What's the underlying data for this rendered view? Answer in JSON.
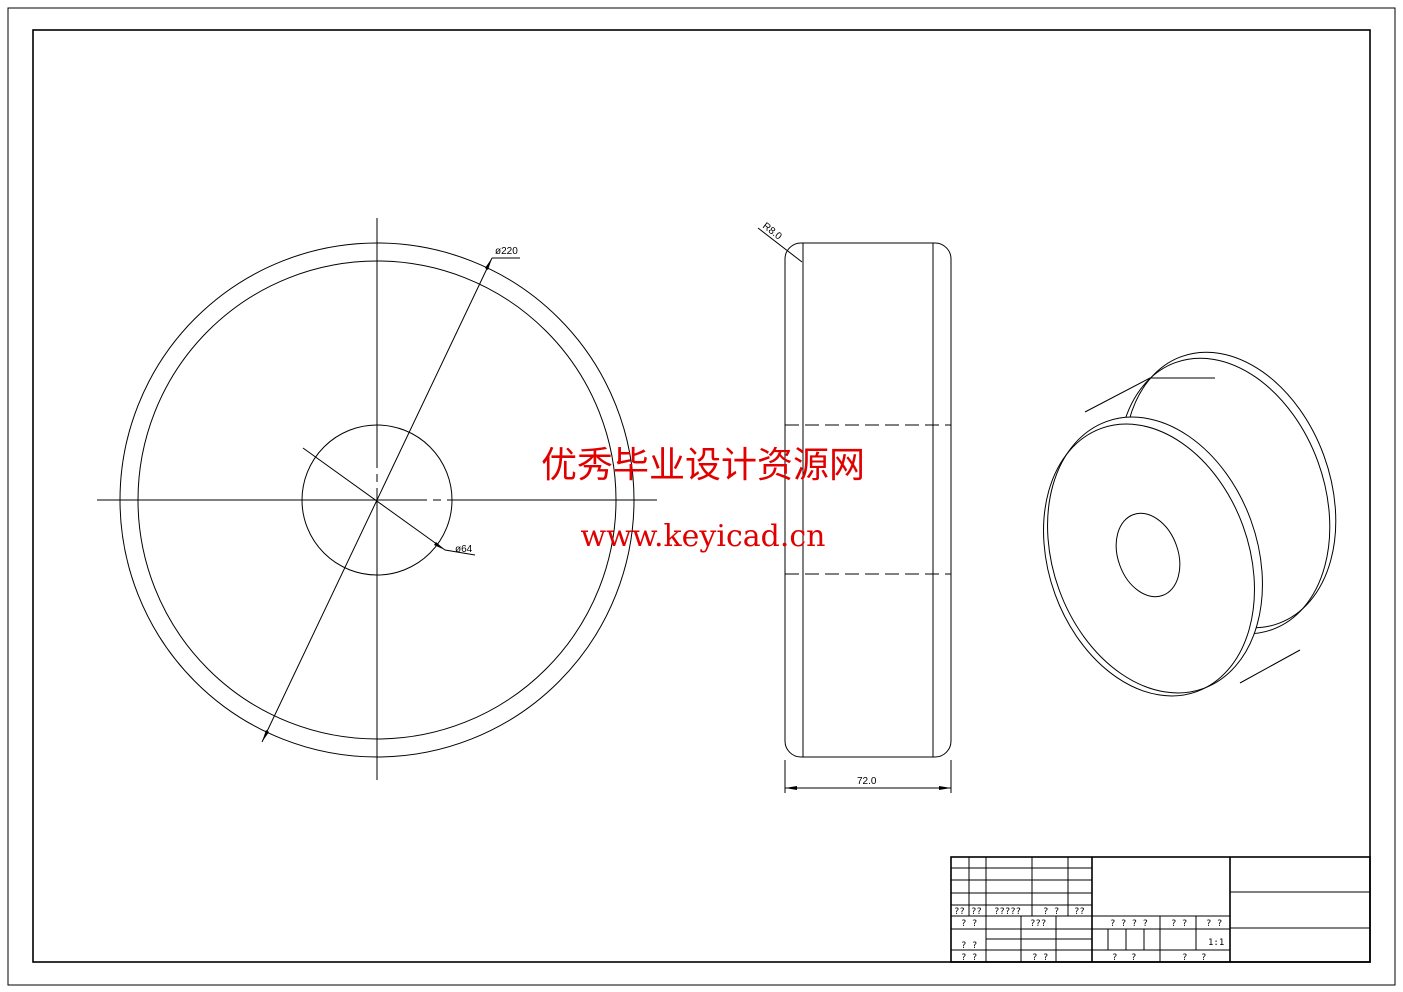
{
  "dimensions": {
    "outer_diameter": "ø220",
    "bore_diameter": "ø64",
    "fillet_radius": "R8.0",
    "width": "72.0"
  },
  "watermark": {
    "title": "优秀毕业设计资源网",
    "url": "www.keyicad.cn",
    "color": "#e00000"
  },
  "title_block": {
    "r1": [
      "??",
      "??",
      "?????",
      "? ?",
      "??"
    ],
    "r2_a": "? ?",
    "r2_b": "???",
    "r3": "? ?",
    "r4_a": "? ?",
    "r4_b": "? ?",
    "mid_head": [
      "? ? ? ?",
      "? ?",
      "? ?"
    ],
    "scale": "1:1",
    "mid_foot": [
      "?",
      "?",
      "?",
      "?"
    ]
  }
}
